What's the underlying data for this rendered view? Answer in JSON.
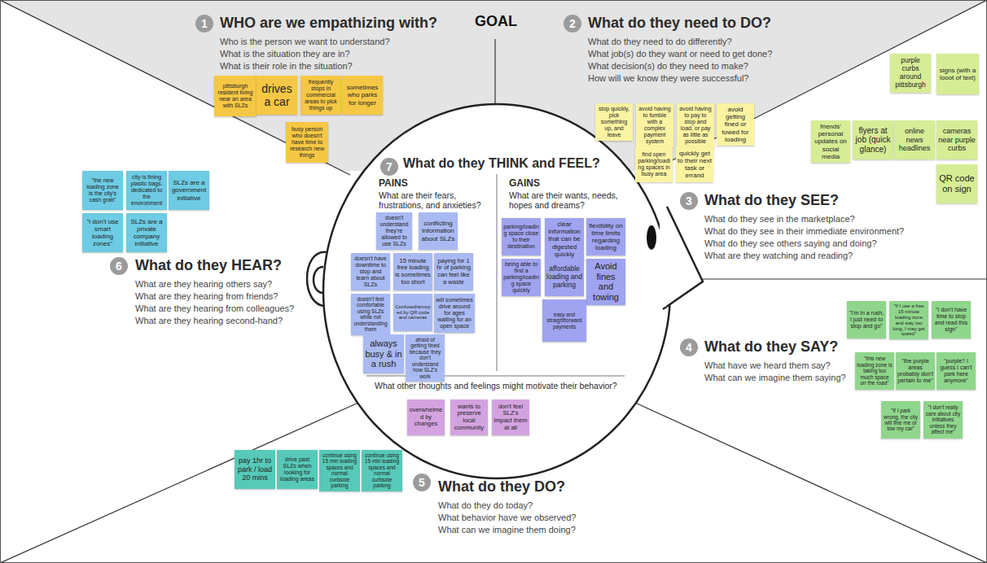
{
  "diagram": {
    "title": "GOAL",
    "nodes": [
      {
        "text": [
          "1"
        ]
      },
      {
        "text": [
          "pittsburgh resident living near an area with SLZs"
        ]
      },
      {
        "text": [
          "drives a car"
        ]
      },
      {
        "text": [
          "frequently stops in commercial areas to pick things up"
        ]
      },
      {
        "text": [
          "sometimes who parks for longer"
        ]
      },
      {
        "text": [
          "busy person who doesn't have time to research new things"
        ]
      },
      {
        "text": [
          "2"
        ]
      },
      {
        "text": [
          "stop quickly, pick something up, and leave"
        ]
      },
      {
        "text": [
          "avoid having to fumble with a complex payment system"
        ]
      },
      {
        "text": [
          "avoid having to pay to stop and load, or pay as little as possible"
        ]
      },
      {
        "text": [
          "avoid getting fined or towed for loading"
        ]
      },
      {
        "text": [
          "find open parking/loading spaces in busy area"
        ]
      },
      {
        "text": [
          "quickly get to their next task or errand"
        ]
      },
      {
        "text": [
          "3"
        ]
      },
      {
        "text": [
          "purple curbs around pittsburgh"
        ]
      },
      {
        "text": [
          "signs (with a looot of text)"
        ]
      },
      {
        "text": [
          "friends' personal updates on social media"
        ]
      },
      {
        "text": [
          "flyers at job (quick glance)"
        ]
      },
      {
        "text": [
          "online news headlines"
        ]
      },
      {
        "text": [
          "cameras near purple curbs"
        ]
      },
      {
        "text": [
          "QR code on sign"
        ]
      },
      {
        "text": [
          "4"
        ]
      },
      {
        "text": [
          "\"I'm in a rush, I just need to stop and go\""
        ]
      },
      {
        "text": [
          "\"If I use a free 15 minute loading zone and stay too long, I may get towed\""
        ]
      },
      {
        "text": [
          "\"I don't have time to stop and read this sign\""
        ]
      },
      {
        "text": [
          "\"this new loading zone is taking too much space on the road\""
        ]
      },
      {
        "text": [
          "\"the purple areas probably don't pertain to me\""
        ]
      },
      {
        "text": [
          "\"purple? I guess I can't park here anymore\""
        ]
      },
      {
        "text": [
          "\"If I park wrong, the city will fine me or tow my car\""
        ]
      },
      {
        "text": [
          "\"I don't really care about city initiatives unless they affect me\""
        ]
      },
      {
        "text": [
          "5"
        ]
      },
      {
        "text": [
          "pay 1hr to park / load 20 mins"
        ]
      },
      {
        "text": [
          "drive past SLZs when looking for loading areas"
        ]
      },
      {
        "text": [
          "continue using 15 min loading spaces and normal curbside parking"
        ]
      },
      {
        "text": [
          "continue using 15 min loading spaces and normal curbside parking"
        ]
      },
      {
        "text": [
          "6"
        ]
      },
      {
        "text": [
          "\"the new loading zone is the city's cash grab\""
        ]
      },
      {
        "text": [
          "city is fining plastic bags. dedicated to the environment"
        ]
      },
      {
        "text": [
          "SLZs are a government initiative"
        ]
      },
      {
        "text": [
          "\"i don't use smart loading zones\""
        ]
      },
      {
        "text": [
          "SLZs are a private company initiative"
        ]
      },
      {
        "text": [
          "What do they THINK and FEEL?",
          "PAINS",
          "What are their fears, frustrations, and anxieties?",
          "GAINS",
          "What are their wants, needs, hopes and dreams?",
          "What other thoughts and feelings might motivate their behavior?"
        ]
      },
      {
        "text": [
          "7"
        ],
        "in": 41
      },
      {
        "text": [
          "doesn't understand they're allowed to use SLZs"
        ],
        "in": 41
      },
      {
        "text": [
          "conflicting information about SLZs"
        ],
        "in": 41
      },
      {
        "text": [
          "doesn't have downtime to stop and learn about SLZs"
        ],
        "in": 41
      },
      {
        "text": [
          "15 minute free loading is sometimes too short"
        ],
        "in": 41
      },
      {
        "text": [
          "paying for 1 hr of parking can feel like a waste"
        ],
        "in": 41
      },
      {
        "text": [
          "doesn't feel comfortable using SLZs while not understanding them"
        ],
        "in": 41
      },
      {
        "text": [
          "Confused/annoyed by QR code and cameras"
        ],
        "in": 41
      },
      {
        "text": [
          "will sometimes drive around for ages waiting for an open space"
        ],
        "in": 41
      },
      {
        "text": [
          "always busy & in a rush"
        ],
        "in": 41
      },
      {
        "text": [
          "afraid of getting fined because they don't understand how SLZ's work"
        ],
        "in": 41
      },
      {
        "text": [
          "parking/loading space close to their destination"
        ],
        "in": 41
      },
      {
        "text": [
          "clear information that can be digested quickly"
        ],
        "in": 41
      },
      {
        "text": [
          "flexibility on time limits regarding loading"
        ],
        "in": 41
      },
      {
        "text": [
          "being able to find a parking/loading space quickly"
        ],
        "in": 41
      },
      {
        "text": [
          "affordable loading and parking"
        ],
        "in": 41
      },
      {
        "text": [
          "Avoid fines and towing"
        ],
        "in": 41
      },
      {
        "text": [
          "easy and straightforward payments"
        ],
        "in": 41
      },
      {
        "text": [
          "overwhelmed by changes"
        ],
        "in": 41
      },
      {
        "text": [
          "wants to preserve local community"
        ],
        "in": 41
      },
      {
        "text": [
          "don't feel SLZ's impact them at all"
        ],
        "in": 41
      }
    ],
    "labels": [
      "WHO are we empathizing with?",
      "Who is the person we want to understand?",
      "What is the situation they are in?",
      "What is their role in the situation?",
      "What do they need to DO?",
      "What do they need to do differently?",
      "What job(s) do they want or need to get done?",
      "What decision(s) do they need to make?",
      "How will we know they were successful?",
      "What do they SEE?",
      "What do they see in the marketplace?",
      "What do they see in their immediate environment?",
      "What do they see others saying and doing?",
      "What are they watching and reading?",
      "What do they SAY?",
      "What have we heard them say?",
      "What can we imagine them saying?",
      "What do they DO?",
      "What do they do today?",
      "What behavior have we observed?",
      "What can we imagine them doing?",
      "What do they HEAR?",
      "What are they hearing others say?",
      "What are they hearing from friends?",
      "What are they hearing from colleagues?",
      "What are they hearing second-hand?"
    ]
  }
}
